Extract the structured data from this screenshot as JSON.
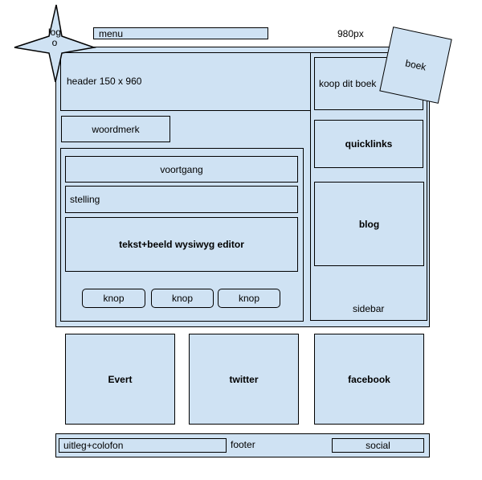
{
  "wireframe": {
    "logo": "logo",
    "menu": "menu",
    "width_note": "980px",
    "book_tag": "boek",
    "header": "header 150 x 960",
    "buy_book": "koop dit boek",
    "wordmark": "woordmerk",
    "progress": "voortgang",
    "statement": "stelling",
    "editor": "tekst+beeld wysiwyg editor",
    "buttons": [
      "knop",
      "knop",
      "knop"
    ],
    "quicklinks": "quicklinks",
    "blog": "blog",
    "sidebar": "sidebar",
    "bottom_blocks": [
      "Evert",
      "twitter",
      "facebook"
    ],
    "footer_info": "uitleg+colofon",
    "footer": "footer",
    "social": "social"
  }
}
